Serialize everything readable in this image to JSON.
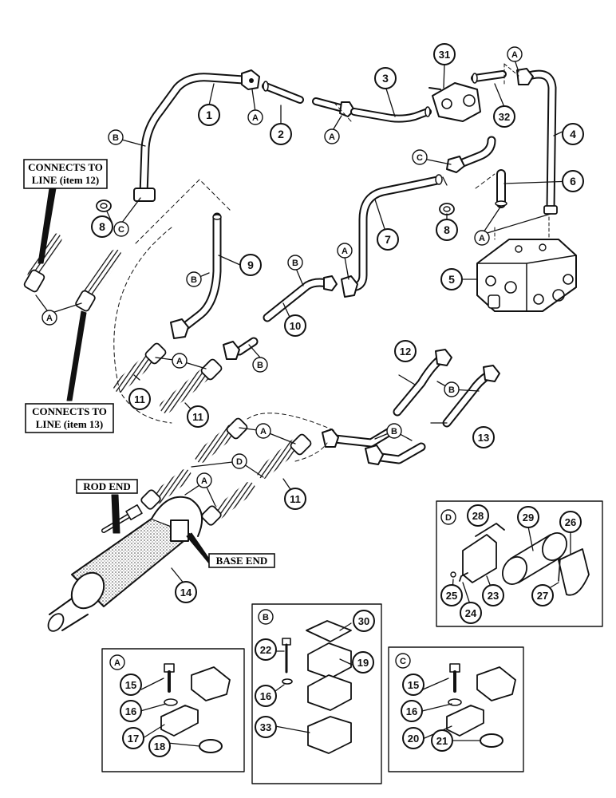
{
  "callouts": {
    "connects_12_line1": "CONNECTS TO",
    "connects_12_line2": "LINE (item 12)",
    "connects_13_line1": "CONNECTS TO",
    "connects_13_line2": "LINE (item 13)",
    "rod_end": "ROD END",
    "base_end": "BASE END"
  },
  "letters": {
    "A": "A",
    "B": "B",
    "C": "C",
    "D": "D"
  },
  "parts": {
    "n1": "1",
    "n2": "2",
    "n3": "3",
    "n4": "4",
    "n5": "5",
    "n6": "6",
    "n7": "7",
    "n8": "8",
    "n9": "9",
    "n10": "10",
    "n11": "11",
    "n12": "12",
    "n13": "13",
    "n14": "14",
    "n15": "15",
    "n16": "16",
    "n17": "17",
    "n18": "18",
    "n19": "19",
    "n20": "20",
    "n21": "21",
    "n22": "22",
    "n23": "23",
    "n24": "24",
    "n25": "25",
    "n26": "26",
    "n27": "27",
    "n28": "28",
    "n29": "29",
    "n30": "30",
    "n31": "31",
    "n32": "32",
    "n33": "33"
  },
  "colors": {
    "ink": "#111111",
    "hatch": "#555555",
    "paper": "#ffffff"
  }
}
